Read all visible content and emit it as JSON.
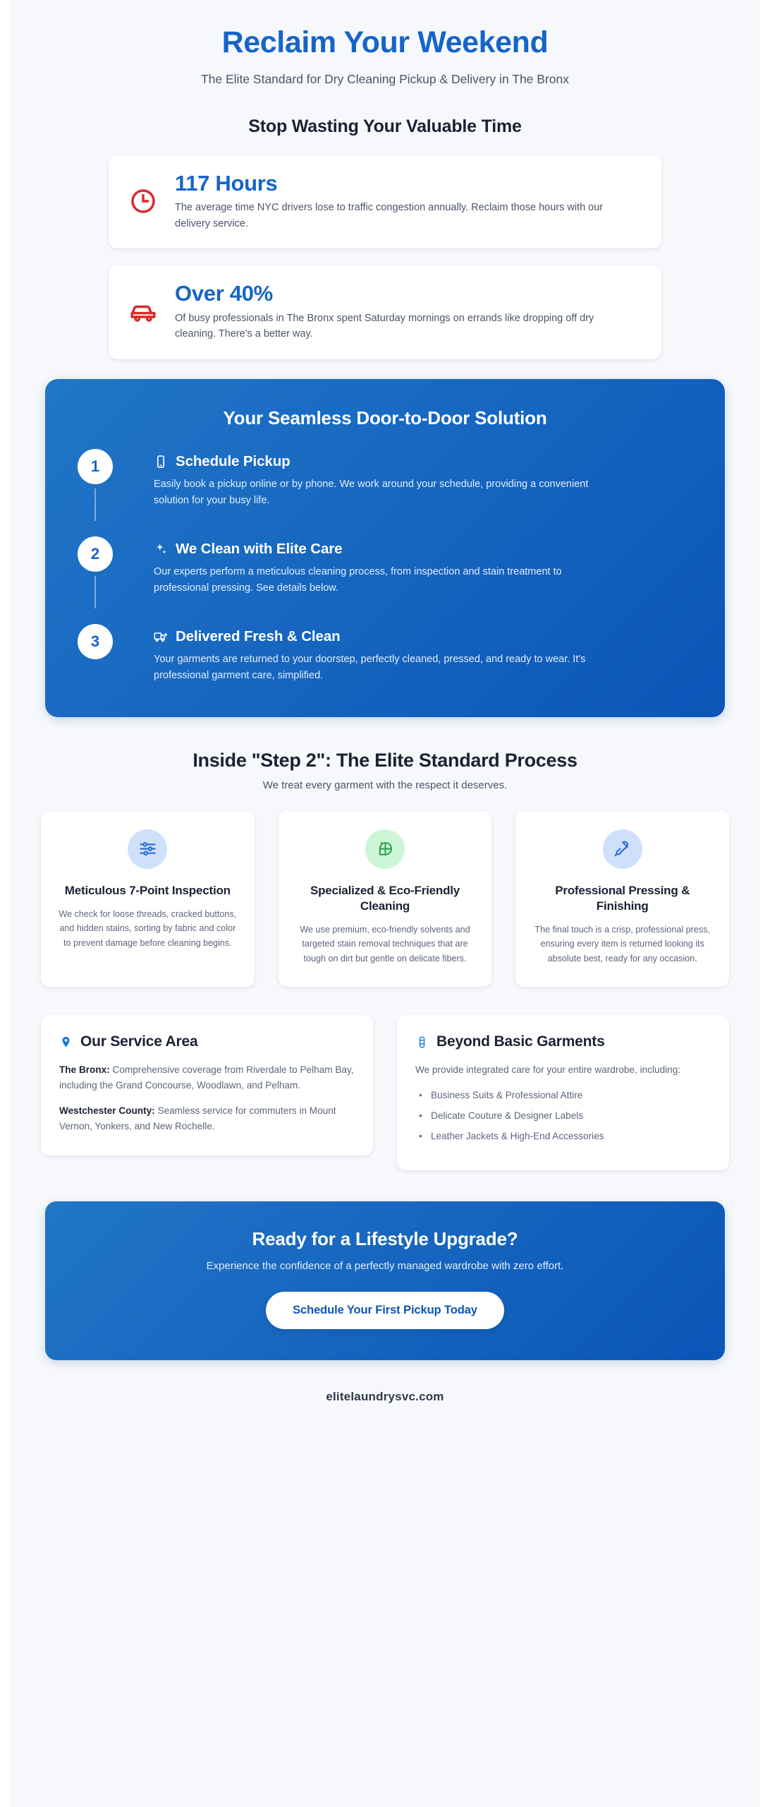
{
  "hero": {
    "title": "Reclaim Your Weekend",
    "subtitle": "The Elite Standard for Dry Cleaning Pickup & Delivery in The Bronx",
    "section_heading": "Stop Wasting Your Valuable Time"
  },
  "stats": [
    {
      "icon": "clock-icon",
      "value": "117 Hours",
      "text": "The average time NYC drivers lose to traffic congestion annually. Reclaim those hours with our delivery service.",
      "icon_color": "#d82b2b"
    },
    {
      "icon": "car-icon",
      "value": "Over 40%",
      "text": "Of busy professionals in The Bronx spent Saturday mornings on errands like dropping off dry cleaning. There's a better way.",
      "icon_color": "#d82b2b"
    }
  ],
  "steps_panel": {
    "title": "Your Seamless Door-to-Door Solution",
    "accent": "#1565c8",
    "steps": [
      {
        "number": "1",
        "icon": "mobile-phone-icon",
        "title": "Schedule Pickup",
        "text": "Easily book a pickup online or by phone. We work around your schedule, providing a convenient solution for your busy life."
      },
      {
        "number": "2",
        "icon": "sparkles-icon",
        "title": "We Clean with Elite Care",
        "text": "Our experts perform a meticulous cleaning process, from inspection and stain treatment to professional pressing. See details below."
      },
      {
        "number": "3",
        "icon": "delivery-truck-icon",
        "title": "Delivered Fresh & Clean",
        "text": "Your garments are returned to your doorstep, perfectly cleaned, pressed, and ready to wear. It's professional garment care, simplified."
      }
    ]
  },
  "process": {
    "title": "Inside \"Step 2\": The Elite Standard Process",
    "subtitle": "We treat every garment with the respect it deserves.",
    "cards": [
      {
        "icon": "sliders-icon",
        "icon_theme": "blue",
        "title": "Meticulous 7-Point Inspection",
        "text": "We check for loose threads, cracked buttons, and hidden stains, sorting by fabric and color to prevent damage before cleaning begins."
      },
      {
        "icon": "leaf-icon",
        "icon_theme": "green",
        "title": "Specialized & Eco-Friendly Cleaning",
        "text": "We use premium, eco-friendly solvents and targeted stain removal techniques that are tough on dirt but gentle on delicate fibers."
      },
      {
        "icon": "iron-icon",
        "icon_theme": "blue",
        "title": "Professional Pressing & Finishing",
        "text": "The final touch is a crisp, professional press, ensuring every item is returned looking its absolute best, ready for any occasion."
      }
    ]
  },
  "service_area": {
    "icon": "map-pin-icon",
    "title": "Our Service Area",
    "bronx_label": "The Bronx:",
    "bronx_text": " Comprehensive coverage from Riverdale to Pelham Bay, including the Grand Concourse, Woodlawn, and Pelham.",
    "westchester_label": "Westchester County:",
    "westchester_text": " Seamless service for commuters in Mount Vernon, Yonkers, and New Rochelle."
  },
  "garments": {
    "icon": "hanger-icon",
    "title": "Beyond Basic Garments",
    "intro": "We provide integrated care for your entire wardrobe, including:",
    "items": [
      "Business Suits & Professional Attire",
      "Delicate Couture & Designer Labels",
      "Leather Jackets & High-End Accessories"
    ]
  },
  "cta": {
    "title": "Ready for a Lifestyle Upgrade?",
    "subtitle": "Experience the confidence of a perfectly managed wardrobe with zero effort.",
    "button_label": "Schedule Your First Pickup Today"
  },
  "footer": {
    "site": "elitelaundrysvc.com"
  }
}
